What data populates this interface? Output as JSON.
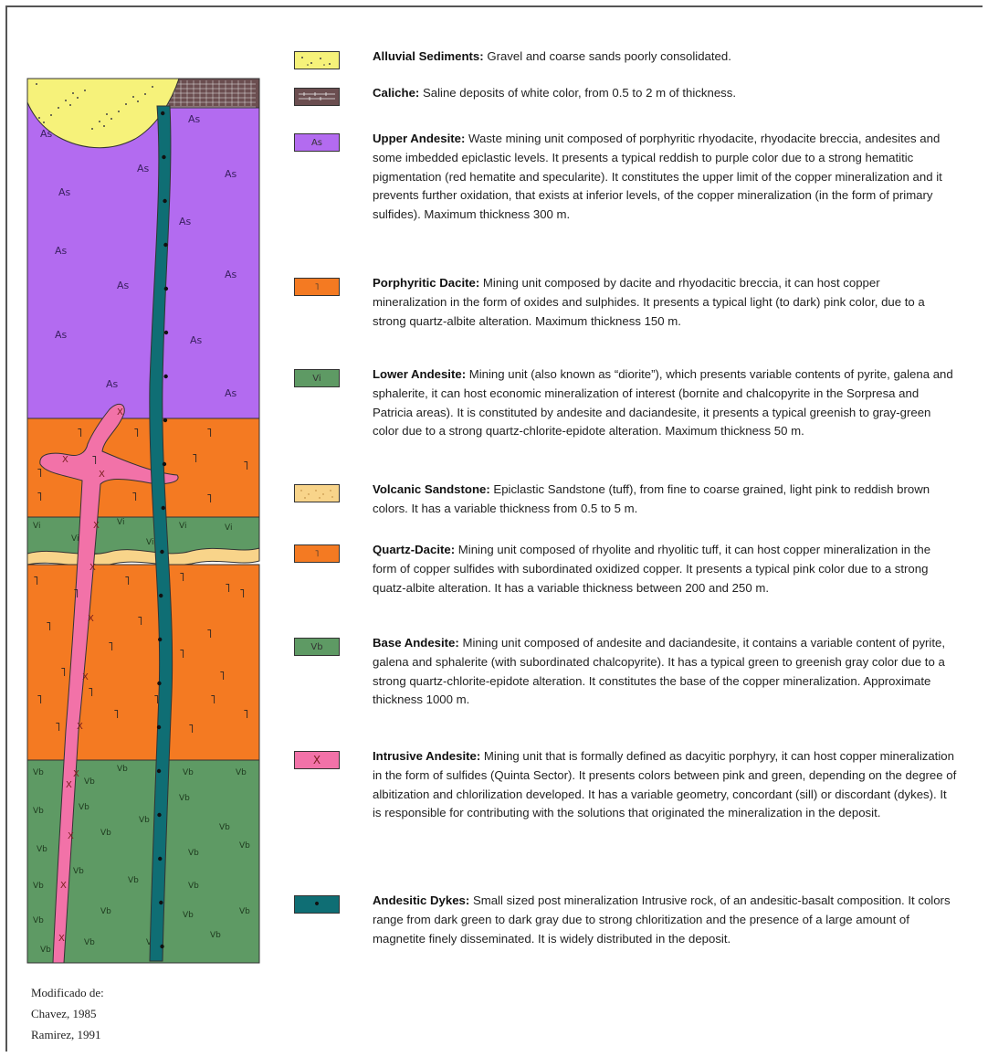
{
  "legend": [
    {
      "name": "Alluvial Sediments:",
      "text": " Gravel and coarse sands poorly consolidated.",
      "symbol": "",
      "color": "#f6f27a"
    },
    {
      "name": "Caliche:",
      "text": " Saline deposits of white color, from 0.5 to 2 m of thickness.",
      "symbol": "",
      "color": "#6b4e50"
    },
    {
      "name": "Upper Andesite:",
      "text": " Waste mining unit composed of porphyritic rhyodacite, rhyodacite breccia, andesites and some imbedded epiclastic levels.  It presents a typical reddish to purple color due to a strong hematitic pigmentation (red hematite and specularite).  It constitutes the upper limit of the copper mineralization and it prevents further oxidation, that exists at inferior levels, of the copper mineralization (in the form of primary sulfides). Maximum thickness 300 m.",
      "symbol": "As",
      "color": "#b36bf0"
    },
    {
      "name": "Porphyritic Dacite:",
      "text": " Mining unit composed by dacite and rhyodacitic breccia, it can host copper mineralization in the form of oxides and sulphides.   It presents a typical light (to dark) pink color, due to a strong quartz-albite alteration.  Maximum thickness 150 m.",
      "symbol": "˥",
      "color": "#f47a22"
    },
    {
      "name": "Lower Andesite:",
      "text": "  Mining unit  (also known as “diorite”), which presents variable contents of pyrite, galena and sphalerite,  it can host economic mineralization of interest (bornite and chalcopyrite in the Sorpresa and Patricia areas).  It is constituted by andesite and daciandesite, it presents a typical greenish to gray-green color due to a strong quartz-chlorite-epidote alteration.  Maximum thickness 50 m.",
      "symbol": "Vi",
      "color": "#5e9a64"
    },
    {
      "name": "Volcanic Sandstone:",
      "text": "  Epiclastic Sandstone  (tuff),  from fine to coarse grained, light pink to reddish brown colors.  It has a variable thickness from 0.5 to 5 m.",
      "symbol": "",
      "color": "#f8d48a"
    },
    {
      "name": "Quartz-Dacite:",
      "text": " Mining unit composed of rhyolite and rhyolitic tuff, it can host copper mineralization in the form of copper sulfides with subordinated oxidized copper.  It presents a typical pink color due to a strong quatz-albite alteration.  It has a variable thickness between 200 and 250 m.",
      "symbol": "˥",
      "color": "#f47a22"
    },
    {
      "name": "Base Andesite:",
      "text": "  Mining unit composed of andesite and daciandesite, it contains a variable content of pyrite, galena and sphalerite (with subordinated chalcopyrite).  It has a typical green to greenish gray color due to a strong quartz-chlorite-epidote alteration.  It constitutes the base of the copper mineralization.  Approximate thickness 1000 m.",
      "symbol": "Vb",
      "color": "#5e9a64"
    },
    {
      "name": "Intrusive Andesite:",
      "text": "  Mining unit  that is formally defined as dacyitic porphyry, it can host copper mineralization in the form of sulfides (Quinta Sector).  It presents  colors between pink and green,  depending on the degree of albitization and chlorilization developed.  It has a variable geometry, concordant (sill) or discordant (dykes).  It is responsible for contributing  with the solutions that originated the mineralization in the deposit.",
      "symbol": "X",
      "color": "#f272a8"
    },
    {
      "name": "Andesitic Dykes:",
      "text": "  Small sized post mineralization Intrusive rock, of an andesitic-basalt composition.  It colors range from dark green to dark gray due to strong chloritization and the presence of a large amount of magnetite finely disseminated.  It is widely distributed in the deposit.",
      "symbol": "•",
      "color": "#0f6e74"
    }
  ],
  "column_symbols": {
    "upper_andesite": "As",
    "porphyritic_dacite": "˥",
    "lower_andesite": "Vi",
    "quartz_dacite": "˥",
    "base_andesite": "Vb",
    "intrusive": "X",
    "dyke": "•"
  },
  "credits": {
    "line1": "Modificado de:",
    "line2": "Chavez, 1985",
    "line3": "Ramirez, 1991"
  }
}
